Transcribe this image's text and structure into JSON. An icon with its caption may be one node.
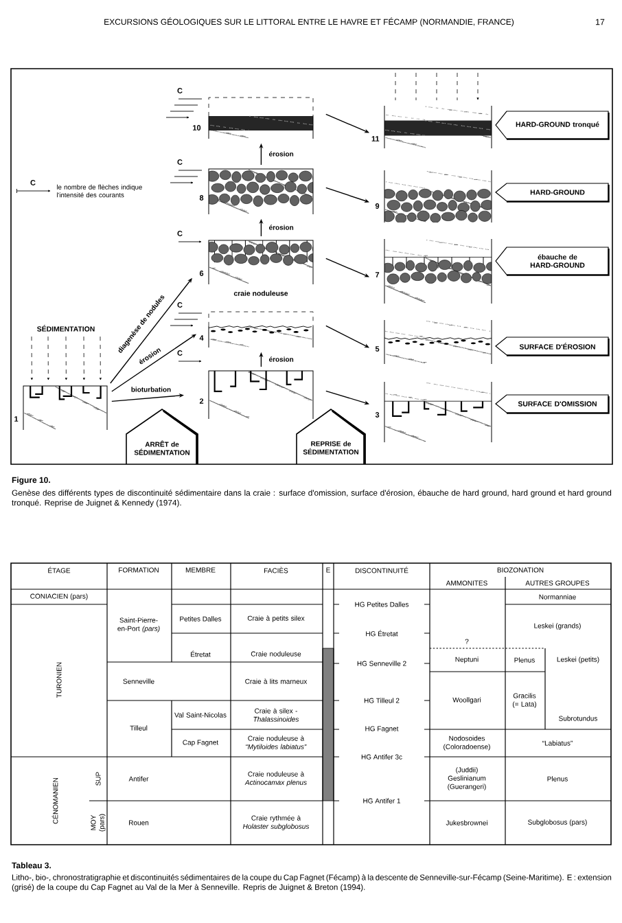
{
  "diagram": {
    "title": "Figure 10.",
    "caption": "Genèse des différents types de discontinuité sédimentaire dans la craie : surface d'omission, surface d'érosion, ébauche de hard ground, hard ground et hard ground tronqué. Reprise de Juignet & Kennedy (1974).",
    "nodes": [
      {
        "text": [],
        "shape": "picture",
        "beside": [
          "C",
          "10"
        ]
      },
      {
        "text": [],
        "shape": "picture",
        "beside": [
          "11"
        ]
      },
      {
        "text": [
          "HARD-GROUND tronqué"
        ]
      },
      {
        "text": [],
        "shape": "picture",
        "beside": [
          "C",
          "8"
        ]
      },
      {
        "text": [],
        "shape": "picture",
        "beside": [
          "9"
        ]
      },
      {
        "text": [
          "HARD-GROUND"
        ]
      },
      {
        "text": [],
        "shape": "picture",
        "beside": [
          "C",
          "6",
          "craie noduleuse"
        ]
      },
      {
        "text": [],
        "shape": "picture",
        "beside": [
          "7"
        ]
      },
      {
        "text": [
          "ébauche de HARD-GROUND"
        ]
      },
      {
        "text": [],
        "shape": "picture",
        "beside": [
          "C",
          "4"
        ]
      },
      {
        "text": [],
        "shape": "picture",
        "beside": [
          "5"
        ]
      },
      {
        "text": [
          "SURFACE D'ÉROSION"
        ]
      },
      {
        "text": [],
        "shape": "picture",
        "beside": [
          "1"
        ]
      },
      {
        "text": [],
        "shape": "picture",
        "beside": [
          "C",
          "2"
        ]
      },
      {
        "text": [],
        "shape": "picture",
        "beside": [
          "3"
        ]
      },
      {
        "text": [
          "SURFACE D'OMISSION"
        ]
      },
      {
        "text": [
          "ARRÊT de SÉDIMENTATION"
        ]
      },
      {
        "text": [
          "REPRISE de SÉDIMENTATION"
        ]
      },
      {
        "text": [
          "SÉDIMENTATION"
        ]
      }
    ],
    "edges": [
      {
        "from": 0,
        "to": 1,
        "arrow": "to"
      },
      {
        "from": 3,
        "to": 4,
        "arrow": "to"
      },
      {
        "from": 6,
        "to": 7,
        "arrow": "to"
      },
      {
        "from": 9,
        "to": 10,
        "arrow": "to"
      },
      {
        "from": 13,
        "to": 14,
        "arrow": "to"
      },
      {
        "from": 13,
        "to": 9,
        "arrow": "to",
        "label": "érosion"
      },
      {
        "from": 6,
        "to": 3,
        "arrow": "to",
        "label": "érosion"
      },
      {
        "from": 3,
        "to": 0,
        "arrow": "to",
        "label": "érosion"
      },
      {
        "from": 12,
        "to": 13,
        "arrow": "to",
        "label": "bioturbation"
      },
      {
        "from": 12,
        "to": 9,
        "arrow": "to",
        "label": "érosion"
      },
      {
        "from": 12,
        "to": 6,
        "arrow": "to",
        "label": "diagenèse de nodules"
      },
      {
        "from": 18,
        "to": 12,
        "arrow": "to",
        "style": "dashed"
      },
      {
        "from": 18,
        "to": 12,
        "arrow": "to",
        "style": "dashed"
      },
      {
        "from": 18,
        "to": 12,
        "arrow": "to",
        "style": "dashed"
      },
      {
        "from": 18,
        "to": 12,
        "arrow": "to",
        "style": "dashed"
      },
      {
        "from": 18,
        "to": 12,
        "arrow": "to",
        "style": "dashed"
      }
    ],
    "labels": [
      "EXCURSIONS GÉOLOGIQUES SUR LE LITTORAL ENTRE LE HAVRE ET FÉCAMP (NORMANDIE, FRANCE)",
      "17",
      "C",
      "ÉTAGE",
      "FORMATION",
      "MEMBRE",
      "FACIÈS",
      "E",
      "DISCONTINUITÉ",
      "BIOZONATION",
      "AMMONITES",
      "AUTRES GROUPES",
      "CONIACIEN (pars)",
      "Saint-Pierre-en-Port *(pars)*",
      "Normanniae",
      "HG Petites Dalles",
      "Petites Dalles",
      "Craie à petits silex",
      "Leskei (grands)",
      "TURONIEN",
      "HG Étretat",
      "?",
      "Étretat",
      "Craie noduleuse",
      "HG Senneville 2",
      "Neptuni",
      "Plenus",
      "Leskei (petits)",
      "Senneville",
      "Craie à lits marneux",
      "Woollgari",
      "Gracilis (= Lata)",
      "HG Tilleul 2",
      "Tilleul",
      "Val Saint-Nicolas",
      "Craie à silex - *Thalassinoides*",
      "Subrotundus",
      "HG Fagnet",
      "Cap Fagnet",
      "Craie noduleuse à *“Mytiloides labiatus”*",
      "Nodosoides (Coloradoense)",
      "“Labiatus”",
      "HG Antifer 3c",
      "CÉNOMANIEN",
      "SUP",
      "Antifer",
      "Craie noduleuse à *Actinocamax plenus*",
      "(Juddii) Geslinianum (Guerangeri)",
      "Plenus",
      "HG Antifer 1",
      "MOY (pars)",
      "Rouen",
      "Craie rythmée à *Holaster subglobosus*",
      "Jukesbrownei",
      "Subglobosus (pars)",
      "Tableau 3.",
      "Litho-, bio-, chronostratigraphie et discontinuités sédimentaires de la coupe du Cap Fagnet (Fécamp) à la descente de Senneville-sur-Fécamp (Seine-Maritime). E : extension (grisé) de la coupe du Cap Fagnet au Val de la Mer à Senneville. Repris de Juignet & Breton (1994)."
    ],
    "legend": [
      {
        "text": "le nombre de flèches indique l'intensité des courants"
      }
    ]
  }
}
